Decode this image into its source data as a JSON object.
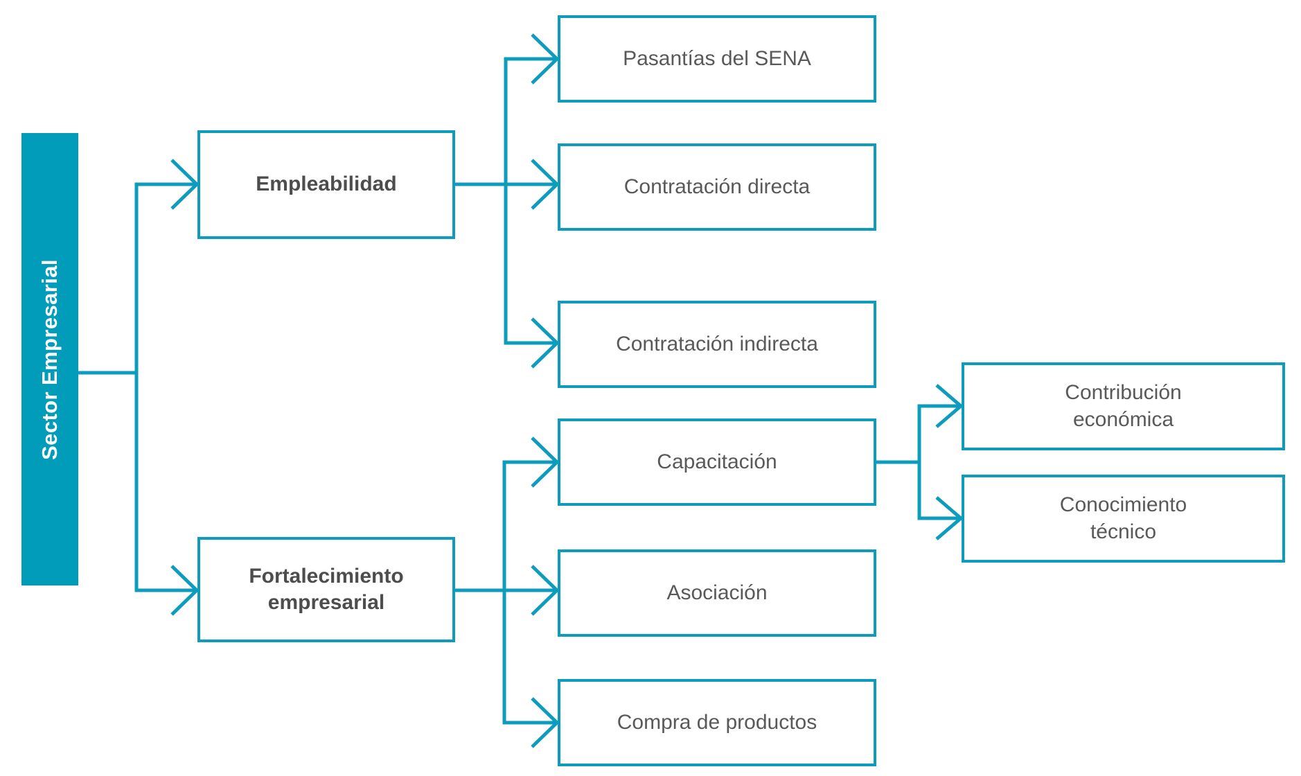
{
  "diagram": {
    "title_root": "Sector Empresarial",
    "colors": {
      "teal_fill": "#029CBB",
      "teal_border": "#0D9CBC",
      "text_gray": "#595959",
      "background": "#ffffff"
    },
    "root": {
      "label": "Sector Empresarial"
    },
    "level1": [
      {
        "id": "empleabilidad",
        "label": "Empleabilidad",
        "bold": true
      },
      {
        "id": "fortalecimiento",
        "label": "Fortalecimiento empresarial",
        "bold": true,
        "line1": "Fortalecimiento",
        "line2": "empresarial"
      }
    ],
    "level2_empleabilidad": [
      {
        "id": "pasantias",
        "label": "Pasantías del SENA"
      },
      {
        "id": "contratacion-directa",
        "label": "Contratación directa"
      },
      {
        "id": "contratacion-indirecta",
        "label": "Contratación indirecta"
      }
    ],
    "level2_fortalecimiento": [
      {
        "id": "capacitacion",
        "label": "Capacitación"
      },
      {
        "id": "asociacion",
        "label": "Asociación"
      },
      {
        "id": "compra-productos",
        "label": "Compra de productos"
      }
    ],
    "level3_capacitacion": [
      {
        "id": "contribucion-economica",
        "label": "Contribución económica",
        "line1": "Contribución",
        "line2": "económica"
      },
      {
        "id": "conocimiento-tecnico",
        "label": "Conocimiento técnico",
        "line1": "Conocimiento",
        "line2": "técnico"
      }
    ]
  }
}
